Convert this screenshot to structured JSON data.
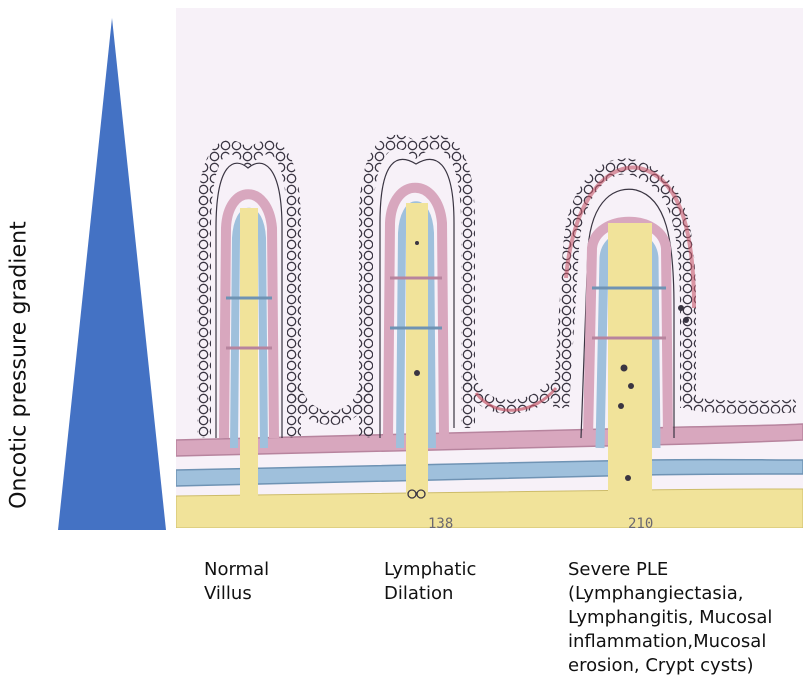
{
  "gradient": {
    "label": "Oncotic pressure gradient",
    "color": "#4472c4"
  },
  "drawing": {
    "paper_color": "#f7f1f8",
    "villi_stages": [
      "normal",
      "lymphatic-dilation",
      "severe-ple"
    ],
    "colors": {
      "lacteal": "#f1e39a",
      "lymphatic": "#9fc0dc",
      "capillary": "#d8a7be",
      "epithelium": "#3a3542",
      "inflammation": "#c4586a"
    },
    "handwritten_marks": [
      "138",
      "210"
    ]
  },
  "captions": [
    {
      "lines": [
        "Normal",
        "Villus"
      ]
    },
    {
      "lines": [
        "Lymphatic",
        "Dilation"
      ]
    },
    {
      "lines": [
        "Severe PLE",
        "(Lymphangiectasia,",
        "Lymphangitis, Mucosal",
        "inflammation,Mucosal",
        "erosion, Crypt cysts)"
      ]
    }
  ]
}
